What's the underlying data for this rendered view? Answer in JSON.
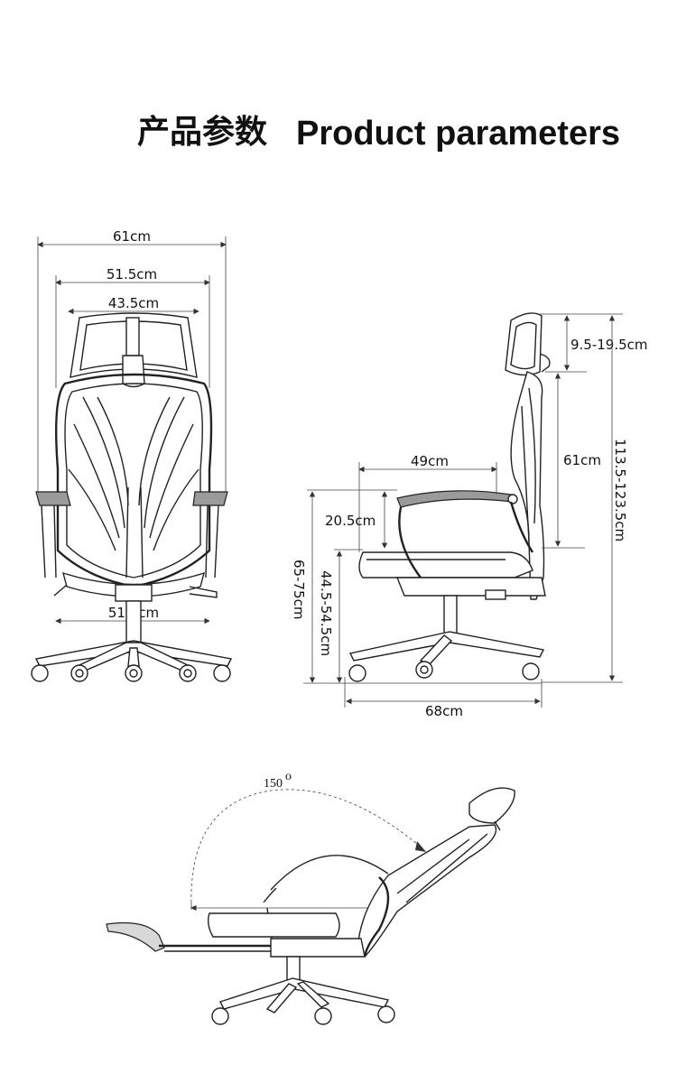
{
  "header": {
    "title_cn": "产品参数",
    "title_en": "Product parameters"
  },
  "front_view": {
    "overall_width": "61cm",
    "armrest_width": "51.5cm",
    "headrest_width": "43.5cm",
    "seat_width": "51.5cm"
  },
  "side_view": {
    "headrest_adjust": "9.5-19.5cm",
    "backrest_height": "61cm",
    "total_height": "113.5-123.5cm",
    "armrest_depth": "49cm",
    "armrest_height": "20.5cm",
    "overall_height": "65-75cm",
    "seat_height": "44.5-54.5cm",
    "base_depth": "68cm"
  },
  "recline_view": {
    "angle": "150"
  }
}
